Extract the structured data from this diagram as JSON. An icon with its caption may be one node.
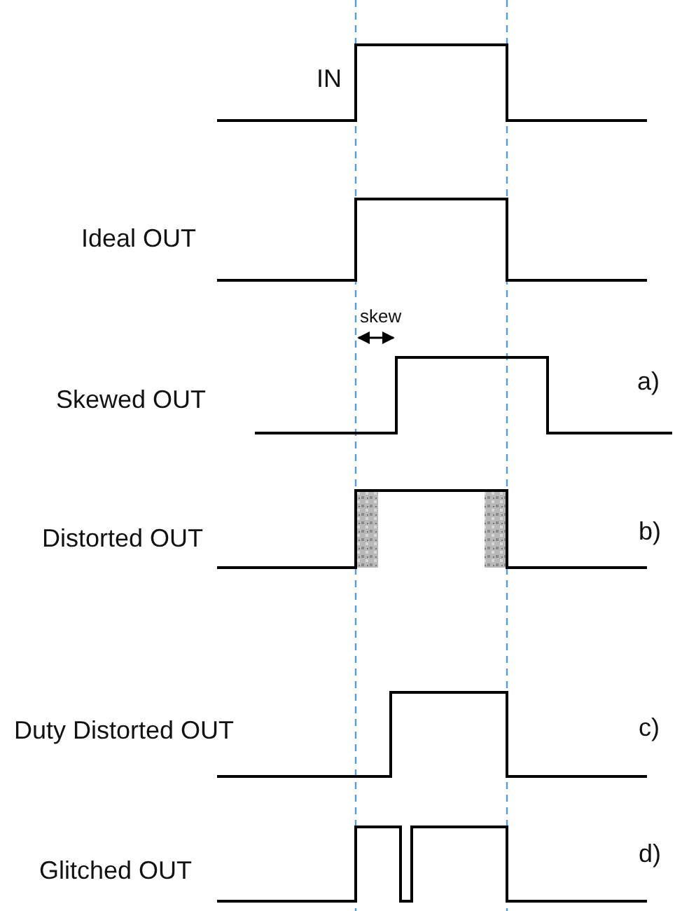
{
  "diagram": {
    "labels": [
      "IN",
      "Ideal OUT",
      "skew",
      "Skewed OUT",
      "a)",
      "Distorted OUT",
      "b)",
      "Duty Distorted OUT",
      "c)",
      "Glitched OUT",
      "d)"
    ]
  }
}
